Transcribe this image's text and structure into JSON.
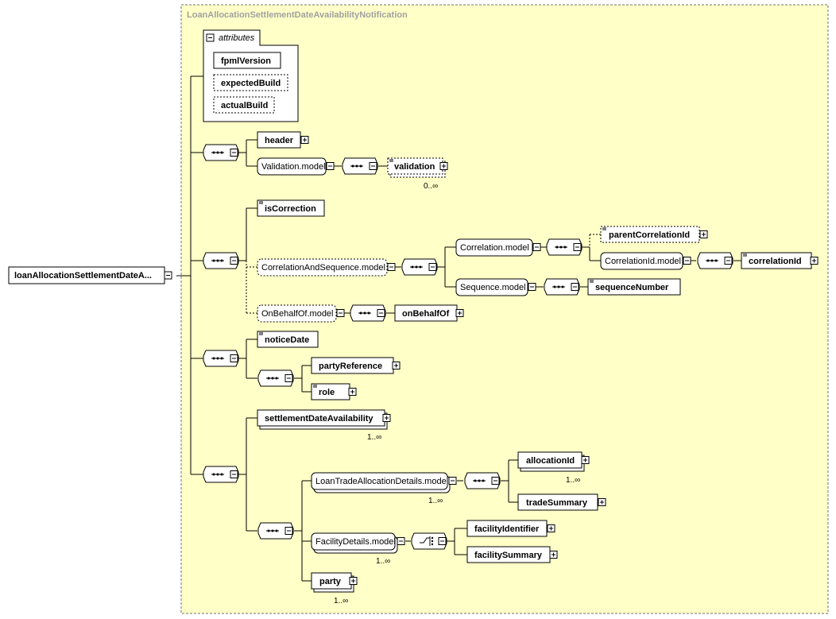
{
  "title": "LoanAllocationSettlementDateAvailabilityNotification",
  "root": {
    "label": "loanAllocationSettlementDateA..."
  },
  "attributes": {
    "label": "attributes",
    "items": [
      "fpmlVersion",
      "expectedBuild",
      "actualBuild"
    ]
  },
  "elements": {
    "header": "header",
    "validation_model": "Validation.model",
    "validation": "validation",
    "validation_card": "0..∞",
    "isCorrection": "isCorrection",
    "correlation_and_sequence_model": "CorrelationAndSequence.model",
    "correlation_model": "Correlation.model",
    "parentCorrelationId": "parentCorrelationId",
    "correlationId_model": "CorrelationId.model",
    "correlationId": "correlationId",
    "sequence_model": "Sequence.model",
    "sequenceNumber": "sequenceNumber",
    "onBehalfOf_model": "OnBehalfOf.model",
    "onBehalfOf": "onBehalfOf",
    "noticeDate": "noticeDate",
    "partyReference": "partyReference",
    "role": "role",
    "settlementDateAvailability": "settlementDateAvailability",
    "settlementDateAvailability_card": "1..∞",
    "loanTradeAllocationDetails_model": "LoanTradeAllocationDetails.model",
    "loanTradeAllocationDetails_card": "1..∞",
    "allocationId": "allocationId",
    "allocationId_card": "1..∞",
    "tradeSummary": "tradeSummary",
    "facilityDetails_model": "FacilityDetails.model",
    "facilityDetails_card": "1..∞",
    "facilityIdentifier": "facilityIdentifier",
    "facilitySummary": "facilitySummary",
    "party": "party",
    "party_card": "1..∞"
  },
  "colors": {
    "background": "#ffffc8",
    "border": "#000000",
    "title": "#a0a0a0"
  }
}
